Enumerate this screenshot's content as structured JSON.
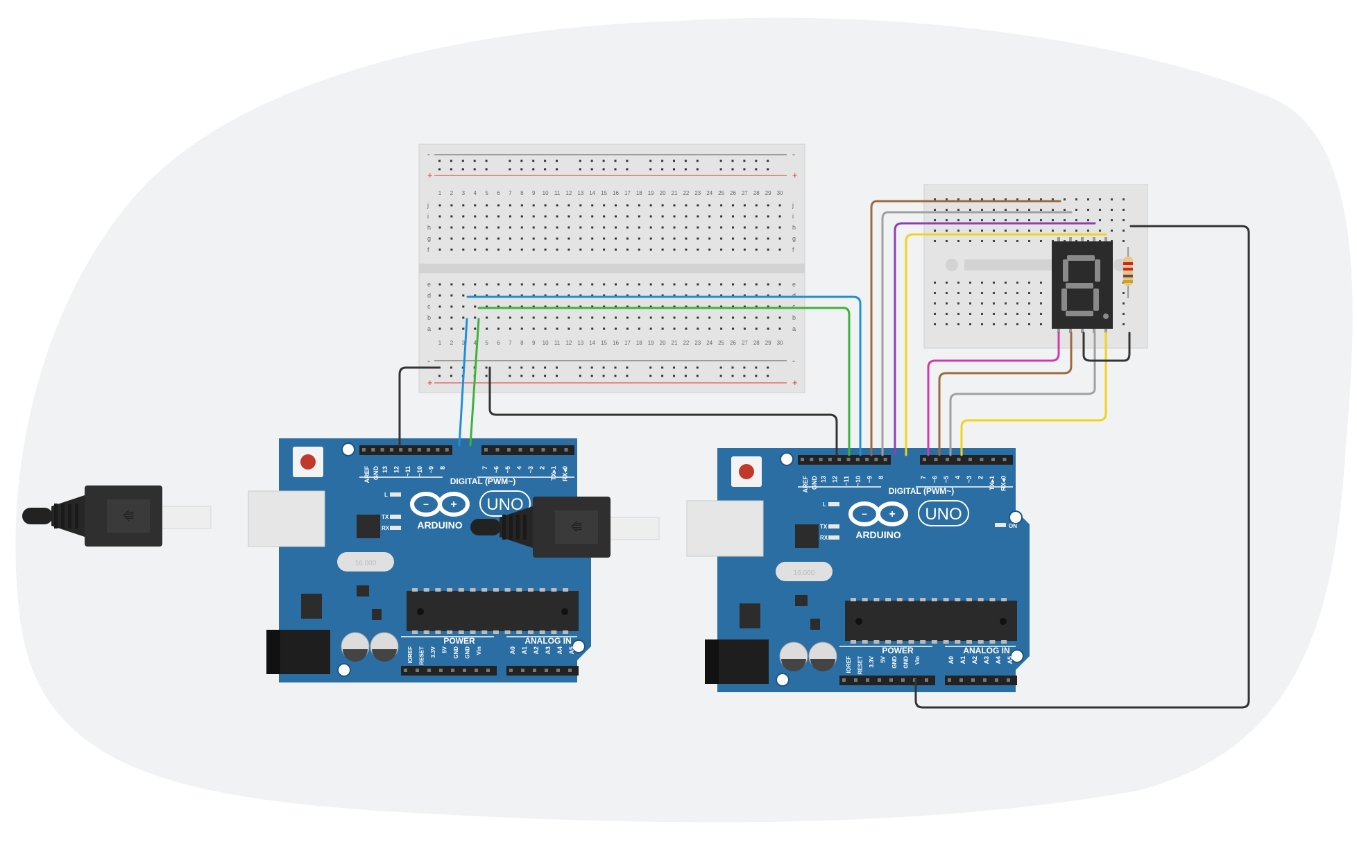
{
  "breadcrumb_big": {
    "row_letters_top": [
      "j",
      "i",
      "h",
      "g",
      "f"
    ],
    "row_letters_bottom": [
      "e",
      "d",
      "c",
      "b",
      "a"
    ],
    "rail_minus": "-",
    "rail_plus": "+",
    "column_numbers": [
      "1",
      "2",
      "3",
      "4",
      "5",
      "6",
      "7",
      "8",
      "9",
      "10",
      "11",
      "12",
      "13",
      "14",
      "15",
      "16",
      "17",
      "18",
      "19",
      "20",
      "21",
      "22",
      "23",
      "24",
      "25",
      "26",
      "27",
      "28",
      "29",
      "30"
    ]
  },
  "arduinos": [
    {
      "brand": "ARDUINO",
      "model": "UNO",
      "digital_label": "DIGITAL (PWM~)",
      "power_label": "POWER",
      "analog_label": "ANALOG IN",
      "led_l": "L",
      "led_tx": "TX",
      "led_rx": "RX",
      "on_label": "",
      "crystal_label": "16.000",
      "digital_pins": [
        "AREF",
        "GND",
        "13",
        "12",
        "~11",
        "~10",
        "~9",
        "8",
        "7",
        "~6",
        "~5",
        "4",
        "~3",
        "2",
        "TX▸1",
        "RX◂0"
      ],
      "power_pins": [
        "IOREF",
        "RESET",
        "3.3V",
        "5V",
        "GND",
        "GND",
        "Vin"
      ],
      "analog_pins": [
        "A0",
        "A1",
        "A2",
        "A3",
        "A4",
        "A5"
      ]
    },
    {
      "brand": "ARDUINO",
      "model": "UNO",
      "digital_label": "DIGITAL (PWM~)",
      "power_label": "POWER",
      "analog_label": "ANALOG IN",
      "led_l": "L",
      "led_tx": "TX",
      "led_rx": "RX",
      "on_label": "ON",
      "crystal_label": "16.000",
      "digital_pins": [
        "AREF",
        "GND",
        "13",
        "12",
        "~11",
        "~10",
        "~9",
        "8",
        "7",
        "~6",
        "~5",
        "4",
        "~3",
        "2",
        "TX▸1",
        "RX◂0"
      ],
      "power_pins": [
        "IOREF",
        "RESET",
        "3.3V",
        "5V",
        "GND",
        "GND",
        "Vin"
      ],
      "analog_pins": [
        "A0",
        "A1",
        "A2",
        "A3",
        "A4",
        "A5"
      ]
    }
  ],
  "wire_colors": {
    "black": "#333333",
    "blue": "#1e90d8",
    "green": "#3bb33b",
    "brown": "#9b6b3d",
    "gray": "#a0a0a0",
    "purple": "#8e3fb3",
    "yellow": "#f2d21b",
    "magenta": "#d23aa8"
  },
  "colors": {
    "board": "#2b6ea3",
    "board_dark": "#1f5580",
    "background_blob": "#f1f2f3",
    "breadboard": "#e4e4e4"
  },
  "icons": [
    "usb-cable-icon",
    "reset-button-icon",
    "seven-segment-display-icon",
    "resistor-icon"
  ]
}
